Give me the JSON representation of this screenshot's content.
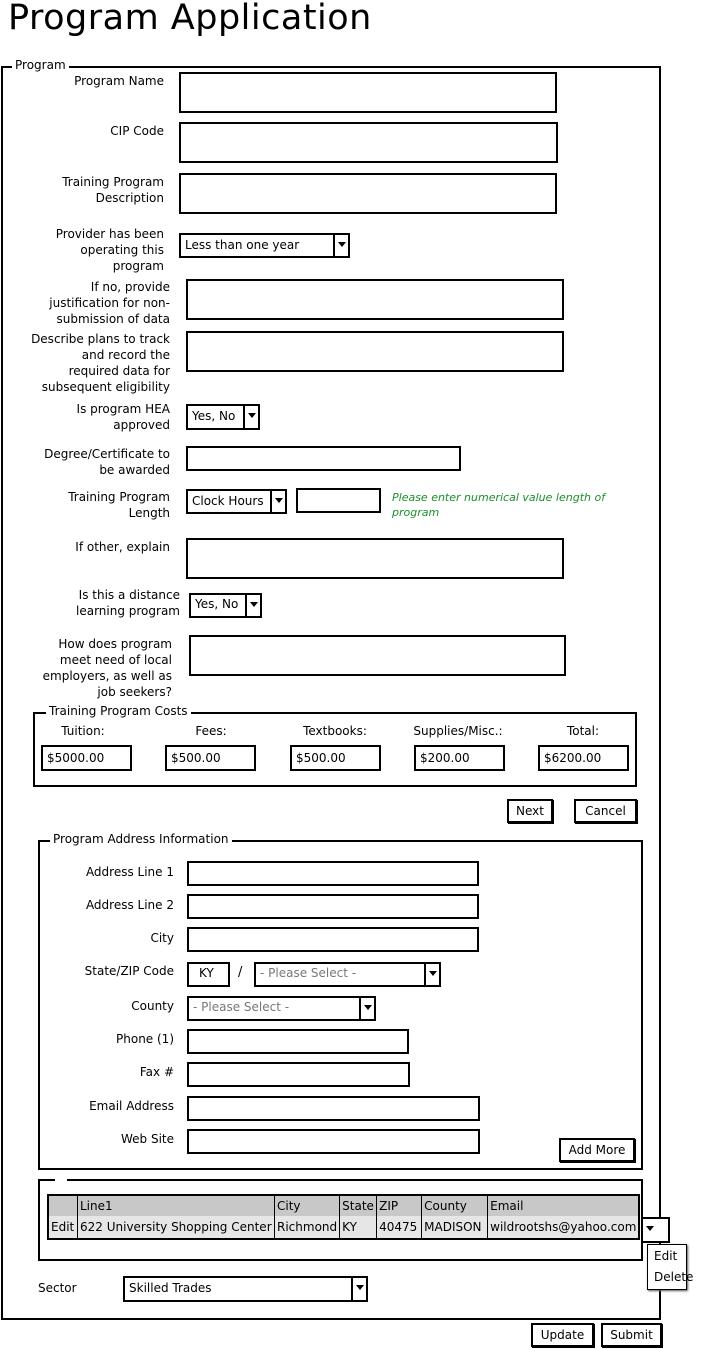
{
  "page": {
    "title": "Program Application"
  },
  "program_section": {
    "legend": "Program",
    "program_name_label": "Program Name",
    "cip_code_label": "CIP Code",
    "description_label": "Training Program Description",
    "operating_label": "Provider has been operating this program",
    "operating_value": "Less than one year",
    "justification_label": "If no, provide justification for non-submission of data",
    "plans_label": "Describe plans to track and record the required data for subsequent eligibility",
    "hea_label": "Is program HEA approved",
    "hea_value": "Yes, No",
    "degree_label": "Degree/Certificate to be awarded",
    "length_label": "Training Program Length",
    "length_unit_value": "Clock Hours",
    "length_hint": "Please enter numerical value length of program",
    "other_label": "If other, explain",
    "distance_label": "Is this a distance learning program",
    "distance_value": "Yes, No",
    "employers_label": "How does program meet need of local employers, as well as job seekers?"
  },
  "costs": {
    "legend": "Training Program Costs",
    "tuition_label": "Tuition:",
    "tuition_value": "$5000.00",
    "fees_label": "Fees:",
    "fees_value": "$500.00",
    "textbooks_label": "Textbooks:",
    "textbooks_value": "$500.00",
    "supplies_label": "Supplies/Misc.:",
    "supplies_value": "$200.00",
    "total_label": "Total:",
    "total_value": "$6200.00"
  },
  "nav_buttons": {
    "next": "Next",
    "cancel": "Cancel"
  },
  "address": {
    "legend": "Program Address Information",
    "line1_label": "Address Line 1",
    "line2_label": "Address Line 2",
    "city_label": "City",
    "state_zip_label": "State/ZIP Code",
    "state_value": "KY",
    "zip_separator": "/",
    "zip_placeholder": "- Please Select -",
    "county_label": "County",
    "county_placeholder": "- Please Select -",
    "phone_label": "Phone (1)",
    "fax_label": "Fax #",
    "email_label": "Email Address",
    "web_label": "Web Site",
    "add_more": "Add More"
  },
  "address_table": {
    "headers": [
      "",
      "Line1",
      "City",
      "State",
      "ZIP",
      "County",
      "Email"
    ],
    "rows": [
      [
        "Edit",
        "622 University Shopping Center",
        "Richmond",
        "KY",
        "40475",
        "MADISON",
        "wildrootshs@yahoo.com"
      ]
    ],
    "menu": [
      "Edit",
      "Delete"
    ]
  },
  "sector": {
    "label": "Sector",
    "value": "Skilled Trades"
  },
  "footer_buttons": {
    "update": "Update",
    "submit": "Submit"
  }
}
